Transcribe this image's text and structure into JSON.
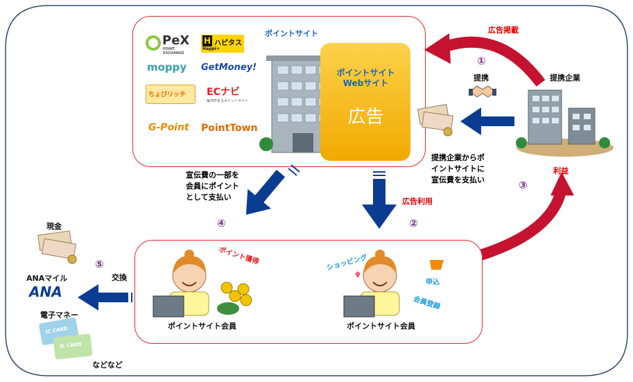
{
  "point_site": {
    "title": "ポイントサイト",
    "web_title": "ポイントサイト\nWebサイト",
    "ad": "広告",
    "logos": [
      {
        "main": "PeX",
        "sub": "POINT EXCHANGE"
      },
      {
        "main": "ハピタス",
        "sub": "Happi+"
      },
      {
        "main": "moppy",
        "sub": ""
      },
      {
        "main": "GetMoney!",
        "sub": ""
      },
      {
        "main": "ちょびリッチ",
        "sub": ""
      },
      {
        "main": "ECナビ",
        "sub": "毎日貯まるポイントサイト"
      },
      {
        "main": "G-Point",
        "sub": ""
      },
      {
        "main": "PointTown",
        "sub": ""
      }
    ]
  },
  "partner": {
    "title": "提携企業",
    "profit": "利益",
    "teikei": "提携",
    "payment": "提携企業からポ\nイントサイトに\n宣伝費を支払い"
  },
  "labels": {
    "ad_post": "広告掲載",
    "ad_use": "広告利用",
    "pay_members": "宣伝費の一部を\n会員にポイント\nとして支払い",
    "exchange": "交換",
    "cash": "現金",
    "ana": "ANAマイル",
    "emoney": "電子マネー",
    "etc": "などなど",
    "ic_card": "IC CARD"
  },
  "steps": {
    "s1": "①",
    "s2": "②",
    "s3": "③",
    "s4": "④",
    "s5": "⑤"
  },
  "member_left": {
    "caption": "ポイントサイト会員",
    "point_get": "ポイント獲得"
  },
  "member_right": {
    "caption": "ポイントサイト会員",
    "shopping": "ショッピング",
    "apply": "申込",
    "register": "会員登録"
  },
  "colors": {
    "red_box": "#e0282e",
    "arrow_blue": "#0a3d91",
    "arrow_red": "#c4122f",
    "ad_yellow": "#f7b500"
  }
}
